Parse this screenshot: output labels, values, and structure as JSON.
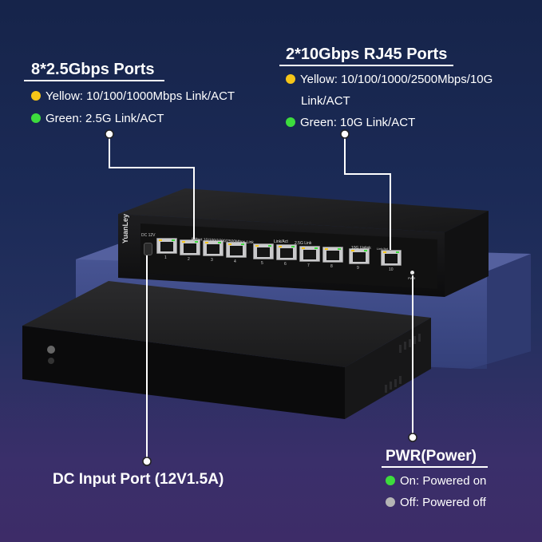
{
  "colors": {
    "yellow_led": "#f5c518",
    "green_led": "#3ddc3d",
    "gray_led": "#b5b5b5",
    "background_top": "#16244a",
    "background_bottom": "#3d2c68",
    "platform": "#3e4b86"
  },
  "left_callout": {
    "title": "8*2.5Gbps Ports",
    "yellow_text": "Yellow: 10/100/1000Mbps Link/ACT",
    "green_text": "Green: 2.5G Link/ACT"
  },
  "right_callout": {
    "title": "2*10Gbps RJ45 Ports",
    "yellow_text_line1": "Yellow: 10/100/1000/2500Mbps/10G",
    "yellow_text_line2": "Link/ACT",
    "green_text": "Green: 10G Link/ACT"
  },
  "dc_callout": {
    "title": "DC Input Port (12V1.5A)"
  },
  "pwr_callout": {
    "title": "PWR(Power)",
    "on_text": "On: Powered on",
    "off_text": "Off: Powered off"
  },
  "device": {
    "brand": "YuanLey",
    "dc_label": "DC 12V",
    "port_group_label": "8-Port 10/100/1000/2500Mbps Link",
    "link_act_label": "Link/Act",
    "g25_label": "2.5G Link",
    "uplink_label": "10G Uplink",
    "uplink_small_label": "Link/Act",
    "pwr_label": "PWR",
    "port_numbers": [
      "1",
      "2",
      "3",
      "4",
      "5",
      "6",
      "7",
      "8",
      "9",
      "10"
    ]
  }
}
